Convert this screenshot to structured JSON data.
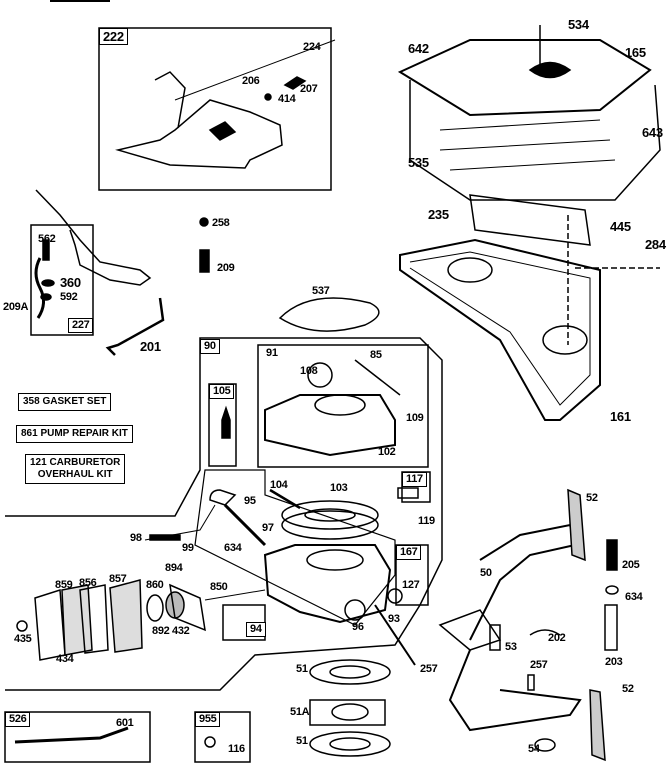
{
  "diagram": {
    "kits": {
      "gasket_set": "358 GASKET SET",
      "pump_repair_kit": "861 PUMP REPAIR KIT",
      "carburetor_kit_line1": "121 CARBURETOR",
      "carburetor_kit_line2": "OVERHAUL KIT"
    },
    "boxed_labels": {
      "b222": "222",
      "b227": "227",
      "b90": "90",
      "b105": "105",
      "b117": "117",
      "b167": "167",
      "b94": "94",
      "b526": "526",
      "b955": "955"
    },
    "labels": {
      "l224": "224",
      "l206": "206",
      "l207": "207",
      "l414": "414",
      "l534": "534",
      "l642": "642",
      "l165": "165",
      "l643": "643",
      "l535": "535",
      "l235": "235",
      "l445": "445",
      "l284": "284",
      "l161": "161",
      "l258": "258",
      "l209": "209",
      "l537": "537",
      "l562": "562",
      "l360": "360",
      "l592": "592",
      "l209A": "209A",
      "l201": "201",
      "l91": "91",
      "l108": "108",
      "l85": "85",
      "l109": "109",
      "l102": "102",
      "l104": "104",
      "l103": "103",
      "l95": "95",
      "l97": "97",
      "l98": "98",
      "l99": "99",
      "l634a": "634",
      "l119": "119",
      "l127": "127",
      "l93": "93",
      "l96": "96",
      "l257a": "257",
      "l859": "859",
      "l856": "856",
      "l857": "857",
      "l860": "860",
      "l894": "894",
      "l850": "850",
      "l435": "435",
      "l892": "892",
      "l432": "432",
      "l434": "434",
      "l52a": "52",
      "l205": "205",
      "l634b": "634",
      "l50": "50",
      "l53": "53",
      "l202": "202",
      "l203": "203",
      "l257b": "257",
      "l52b": "52",
      "l54": "54",
      "l51a": "51",
      "l51A": "51A",
      "l51b": "51",
      "l601": "601",
      "l116": "116"
    }
  }
}
